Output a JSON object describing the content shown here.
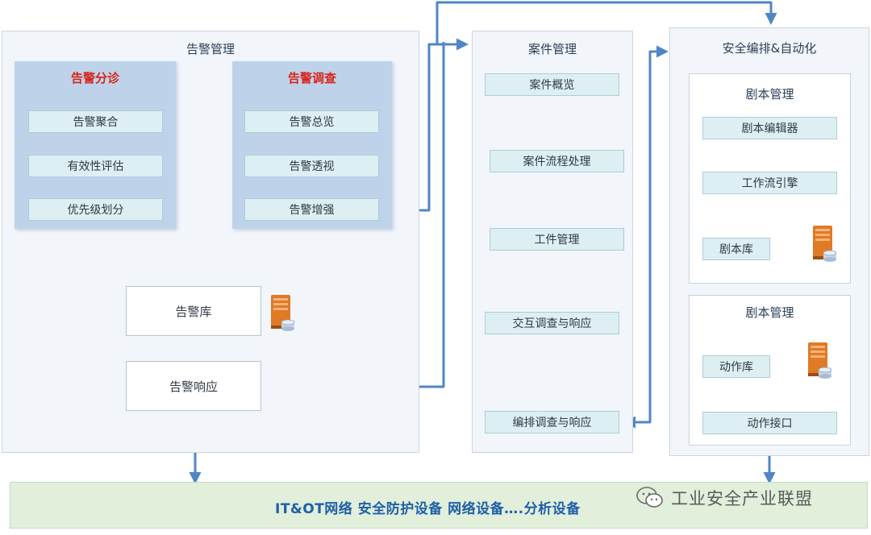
{
  "alert_mgmt": {
    "title": "告警管理",
    "triage": {
      "title": "告警分诊",
      "items": [
        "告警聚合",
        "有效性评估",
        "优先级划分"
      ]
    },
    "investigation": {
      "title": "告警调查",
      "items": [
        "告警总览",
        "告警透视",
        "告警增强"
      ]
    },
    "alert_db": "告警库",
    "alert_response": "告警响应"
  },
  "case_mgmt": {
    "title": "案件管理",
    "items": [
      "案件概览",
      "案件流程处理",
      "工件管理",
      "交互调查与响应",
      "编排调查与响应"
    ]
  },
  "soar": {
    "title": "安全编排&自动化",
    "playbook_mgmt_1": {
      "title": "剧本管理",
      "items": [
        "剧本编辑器",
        "工作流引擎",
        "剧本库"
      ]
    },
    "playbook_mgmt_2": {
      "title": "剧本管理",
      "items": [
        "动作库",
        "动作接口"
      ]
    }
  },
  "bottom_bar": {
    "text": "IT&OT网络  安全防护设备  网络设备….分析设备"
  },
  "watermark": {
    "text": "工业安全产业联盟"
  },
  "colors": {
    "arrow": "#4f86c6",
    "title_red": "#d9241b",
    "item_bg": "#ddeff2",
    "group_bg": "#bed3ea"
  }
}
